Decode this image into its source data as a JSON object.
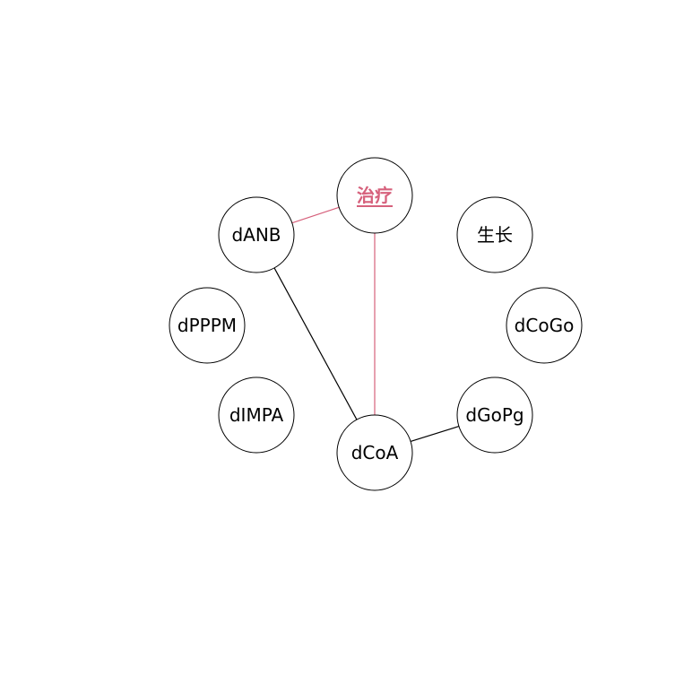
{
  "colors": {
    "edge_default": "#000000",
    "edge_highlight": "#d6617c",
    "label_highlight": "#d6617c"
  },
  "nodes": [
    {
      "id": "treatment",
      "label": "治疗",
      "highlight": true
    },
    {
      "id": "growth",
      "label": "生长",
      "highlight": false
    },
    {
      "id": "dCoGo",
      "label": "dCoGo",
      "highlight": false
    },
    {
      "id": "dGoPg",
      "label": "dGoPg",
      "highlight": false
    },
    {
      "id": "dCoA",
      "label": "dCoA",
      "highlight": false
    },
    {
      "id": "dIMPA",
      "label": "dIMPA",
      "highlight": false
    },
    {
      "id": "dPPPM",
      "label": "dPPPM",
      "highlight": false
    },
    {
      "id": "dANB",
      "label": "dANB",
      "highlight": false
    }
  ],
  "edges": [
    {
      "from": "treatment",
      "to": "dANB",
      "highlight": true
    },
    {
      "from": "treatment",
      "to": "dCoA",
      "highlight": true
    },
    {
      "from": "dANB",
      "to": "dCoA",
      "highlight": false
    },
    {
      "from": "dCoA",
      "to": "dGoPg",
      "highlight": false
    }
  ]
}
